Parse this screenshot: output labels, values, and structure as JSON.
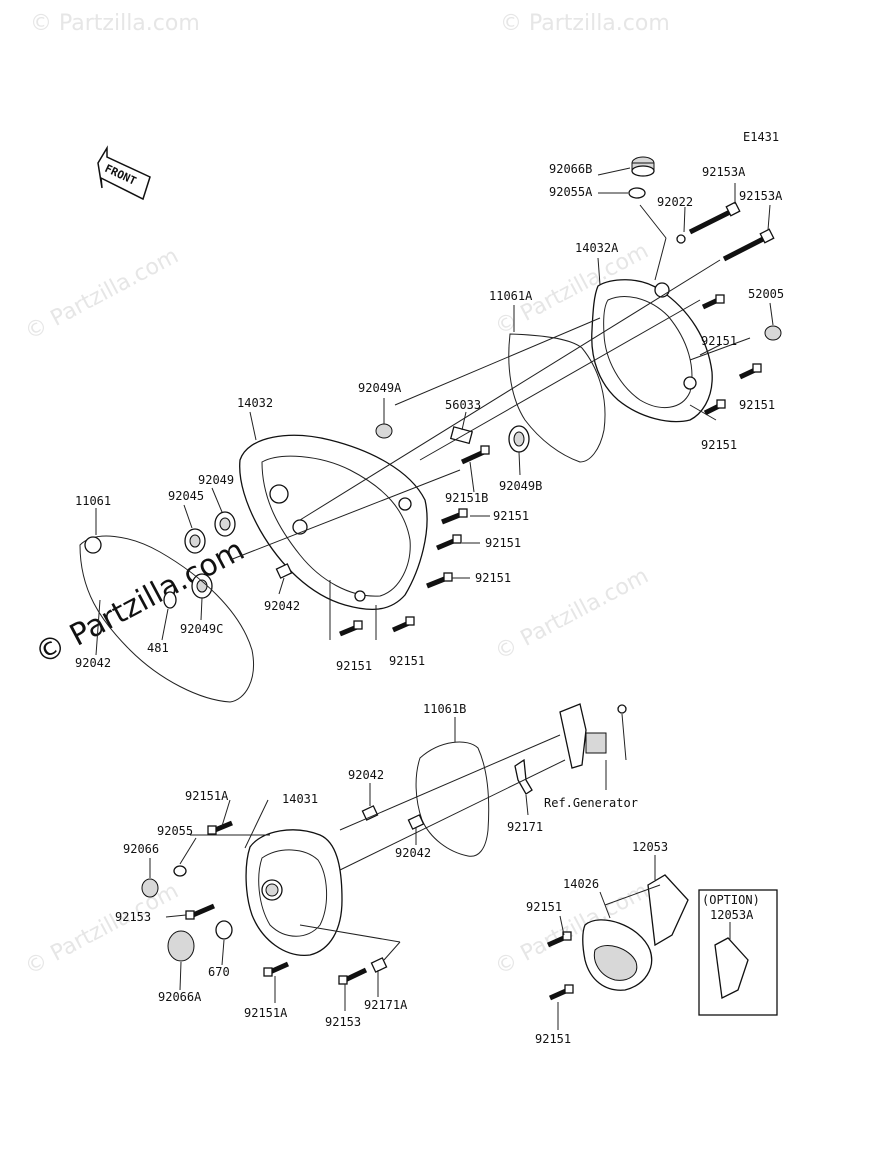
{
  "diagram": {
    "code": "E1431",
    "front_label": "FRONT",
    "ref_note": "Ref.Generator",
    "option_title": "(OPTION)",
    "option_part": "12053A",
    "watermark": "© Partzilla.com"
  },
  "labels": [
    {
      "id": "92066B",
      "text": "92066B"
    },
    {
      "id": "92055A",
      "text": "92055A"
    },
    {
      "id": "92022",
      "text": "92022"
    },
    {
      "id": "92153A_1",
      "text": "92153A"
    },
    {
      "id": "92153A_2",
      "text": "92153A"
    },
    {
      "id": "14032A",
      "text": "14032A"
    },
    {
      "id": "11061A",
      "text": "11061A"
    },
    {
      "id": "52005",
      "text": "52005"
    },
    {
      "id": "92151_a",
      "text": "92151"
    },
    {
      "id": "92151_b",
      "text": "92151"
    },
    {
      "id": "92151_c",
      "text": "92151"
    },
    {
      "id": "92049A",
      "text": "92049A"
    },
    {
      "id": "14032",
      "text": "14032"
    },
    {
      "id": "56033",
      "text": "56033"
    },
    {
      "id": "92151B",
      "text": "92151B"
    },
    {
      "id": "92049B",
      "text": "92049B"
    },
    {
      "id": "92049",
      "text": "92049"
    },
    {
      "id": "92045",
      "text": "92045"
    },
    {
      "id": "11061",
      "text": "11061"
    },
    {
      "id": "92151_d",
      "text": "92151"
    },
    {
      "id": "92151_e",
      "text": "92151"
    },
    {
      "id": "92151_f",
      "text": "92151"
    },
    {
      "id": "92042_a",
      "text": "92042"
    },
    {
      "id": "92049C",
      "text": "92049C"
    },
    {
      "id": "481",
      "text": "481"
    },
    {
      "id": "92042_b",
      "text": "92042"
    },
    {
      "id": "92151_g",
      "text": "92151"
    },
    {
      "id": "92151_h",
      "text": "92151"
    },
    {
      "id": "11061B",
      "text": "11061B"
    },
    {
      "id": "92042_c",
      "text": "92042"
    },
    {
      "id": "92151A_1",
      "text": "92151A"
    },
    {
      "id": "14031",
      "text": "14031"
    },
    {
      "id": "92055",
      "text": "92055"
    },
    {
      "id": "92066",
      "text": "92066"
    },
    {
      "id": "92042_d",
      "text": "92042"
    },
    {
      "id": "92171",
      "text": "92171"
    },
    {
      "id": "12053",
      "text": "12053"
    },
    {
      "id": "14026",
      "text": "14026"
    },
    {
      "id": "92151_i",
      "text": "92151"
    },
    {
      "id": "92153",
      "text": "92153"
    },
    {
      "id": "670",
      "text": "670"
    },
    {
      "id": "92066A",
      "text": "92066A"
    },
    {
      "id": "92151A_2",
      "text": "92151A"
    },
    {
      "id": "92153_b",
      "text": "92153"
    },
    {
      "id": "92171A",
      "text": "92171A"
    },
    {
      "id": "92151_j",
      "text": "92151"
    }
  ]
}
